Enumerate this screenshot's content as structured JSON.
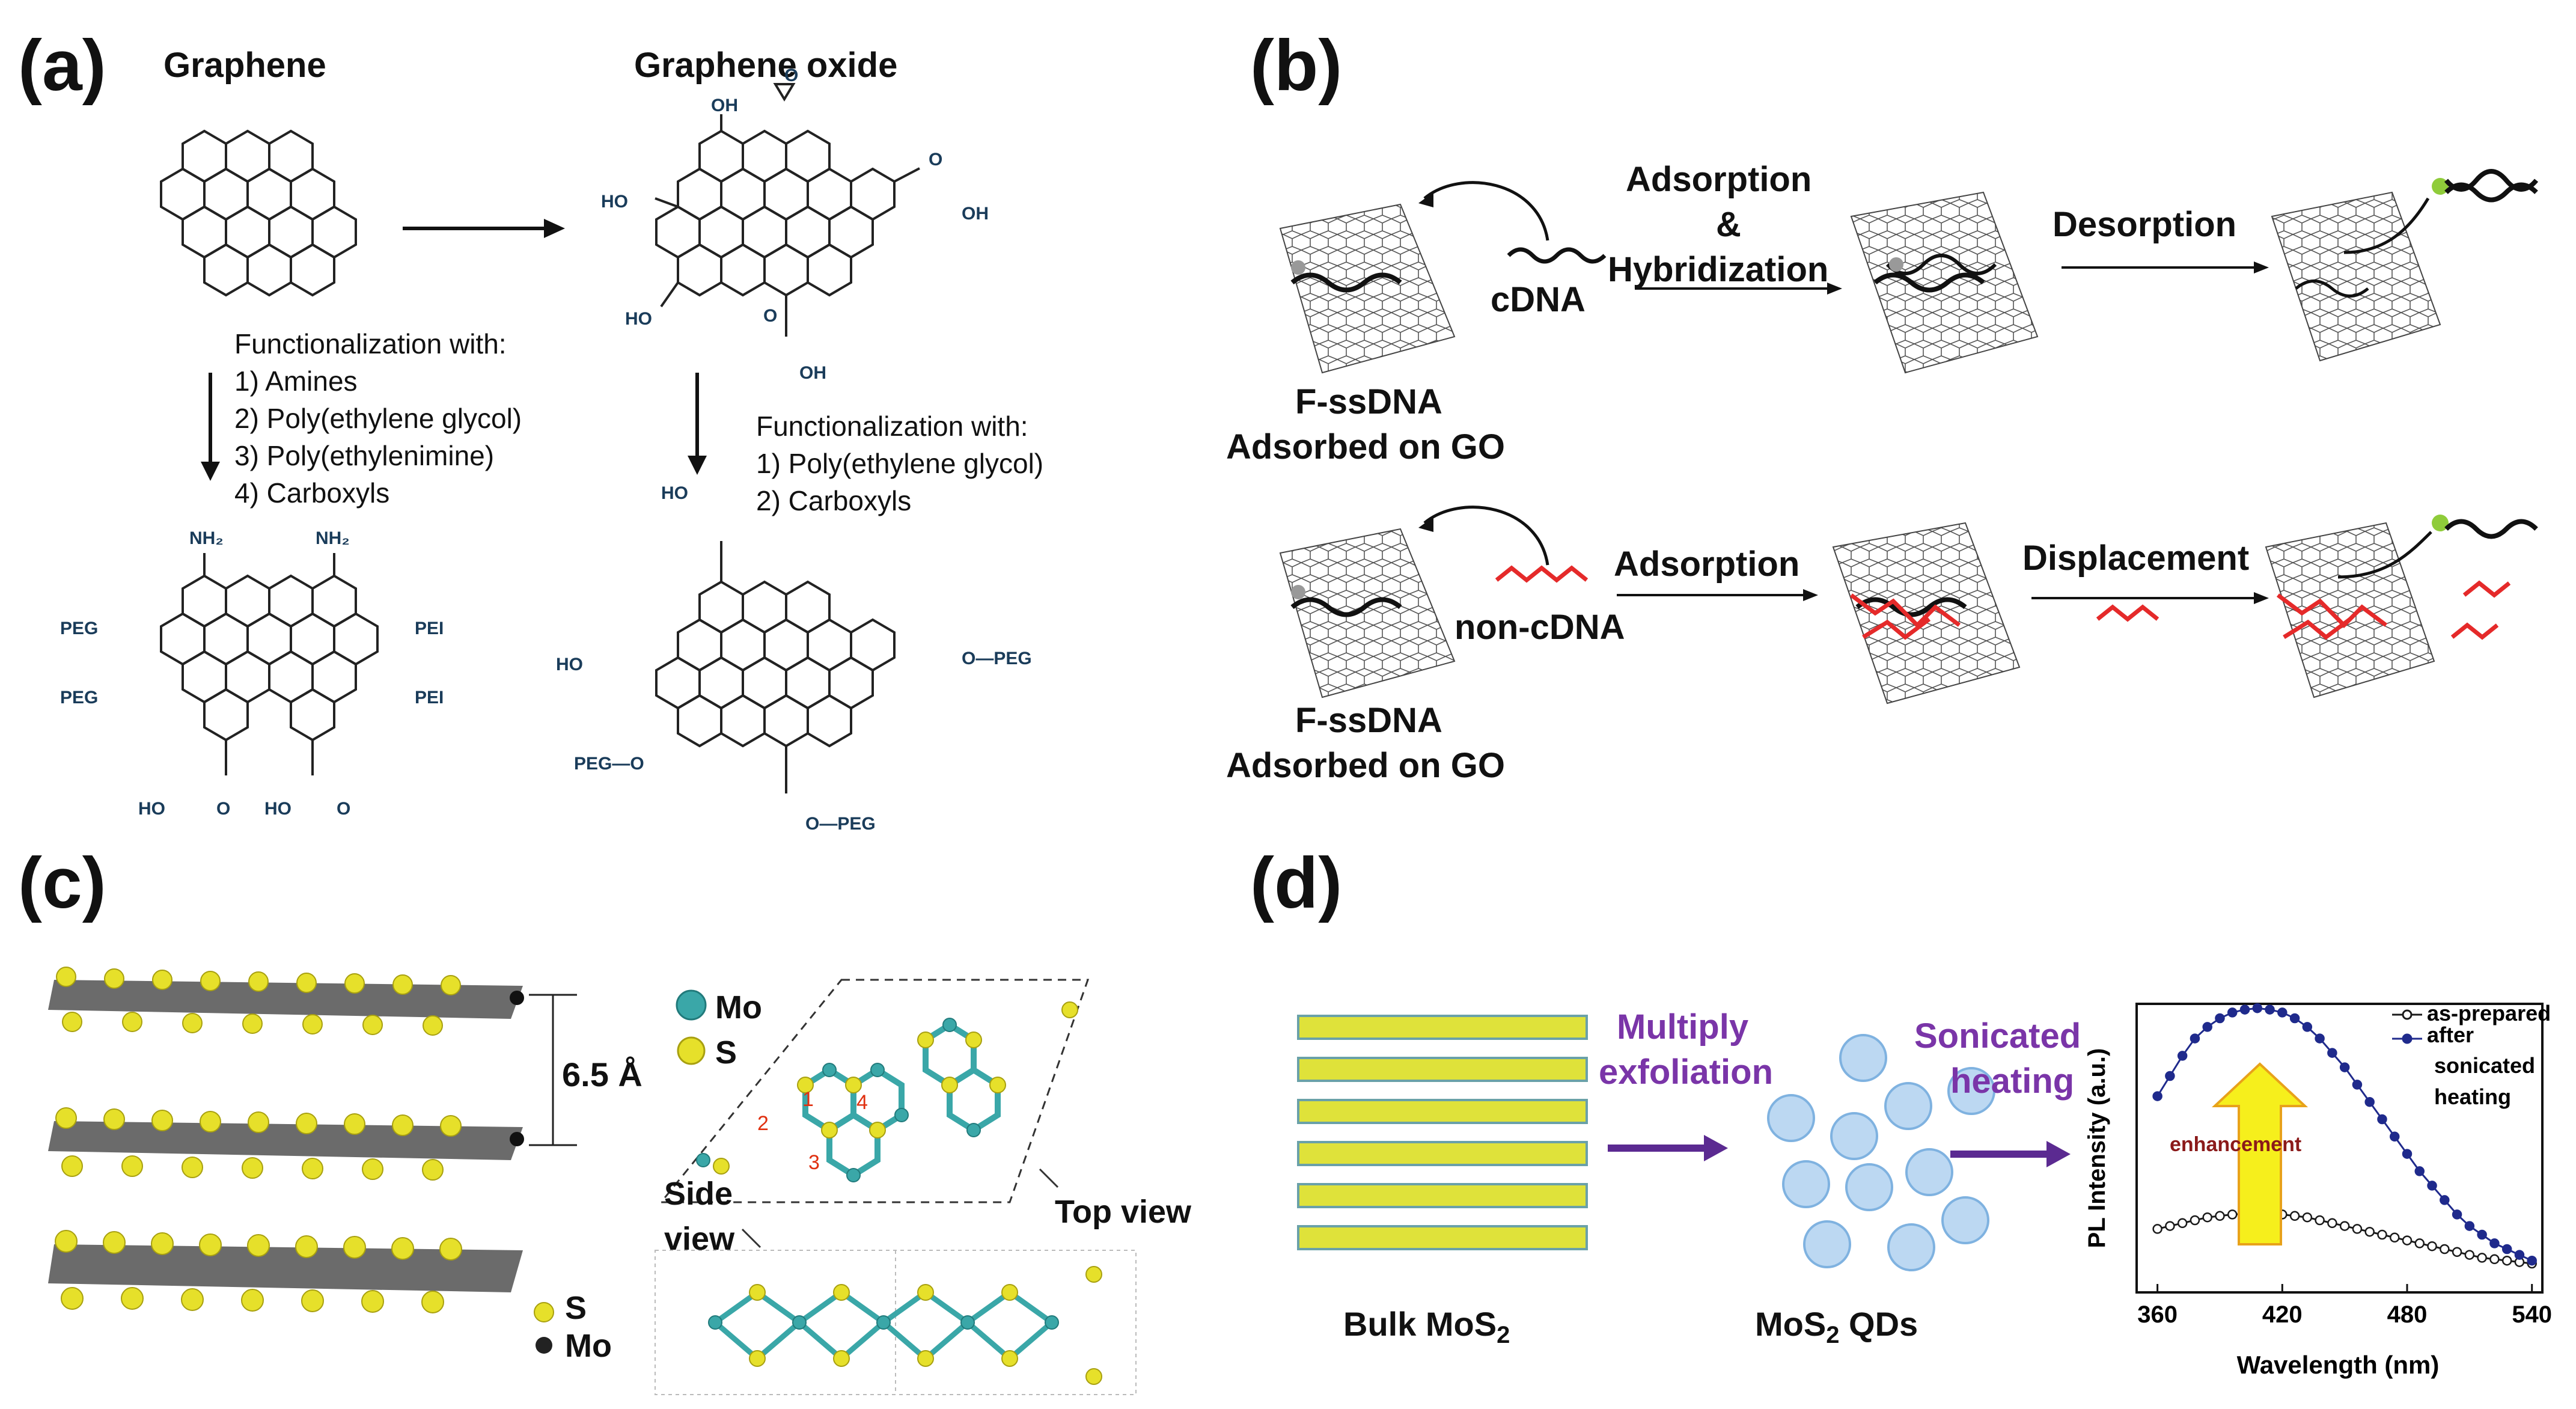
{
  "panels": {
    "a": {
      "letter": "(a)",
      "graphene_title": "Graphene",
      "go_title": "Graphene oxide",
      "func_left_title": "Functionalization with:",
      "func_left_items": [
        "1) Amines",
        "2) Poly(ethylene glycol)",
        "3) Poly(ethylenimine)",
        "4) Carboxyls"
      ],
      "func_right_title": "Functionalization with:",
      "func_right_items": [
        "1) Poly(ethylene glycol)",
        "2) Carboxyls"
      ],
      "chem": {
        "oh": "OH",
        "ho": "HO",
        "nh2": "NH",
        "nh2_sub": "2",
        "peg": "PEG",
        "pei": "PEI",
        "o": "O",
        "cooh_left": "HO",
        "peg_ester": "O—PEG",
        "peg_o": "PEG—O",
        "o_peg": "O—PEG"
      }
    },
    "b": {
      "letter": "(b)",
      "adsorption_hyb_1": "Adsorption",
      "adsorption_hyb_2": "&",
      "adsorption_hyb_3": "Hybridization",
      "desorption": "Desorption",
      "cdna": "cDNA",
      "fssdna_1": "F-ssDNA",
      "fssdna_2": "Adsorbed on GO",
      "adsorption": "Adsorption",
      "displacement": "Displacement",
      "noncdna": "non-cDNA",
      "fssdna_3": "F-ssDNA",
      "fssdna_4": "Adsorbed on GO"
    },
    "c": {
      "letter": "(c)",
      "spacing": "6.5 Å",
      "legend_mo": "Mo",
      "legend_s": "S",
      "side_view_1": "Side",
      "side_view_2": "view",
      "top_view": "Top view",
      "bottom_s": "S",
      "bottom_mo": "Mo",
      "numbers": [
        "1",
        "2",
        "3",
        "4"
      ]
    },
    "d": {
      "letter": "(d)",
      "bulk": "Bulk MoS",
      "bulk_sub": "2",
      "multiply_1": "Multiply",
      "multiply_2": "exfoliation",
      "qds": "MoS",
      "qds_sub": "2",
      "qds_suffix": " QDs",
      "sonicated_1": "Sonicated",
      "sonicated_2": "heating",
      "enhancement": "enhancement"
    }
  },
  "chart_data": {
    "type": "line",
    "xlabel": "Wavelength (nm)",
    "ylabel": "PL Intensity  (a.u.)",
    "xlim": [
      350,
      545
    ],
    "xticks": [
      360,
      420,
      480,
      540
    ],
    "series": [
      {
        "name": "as-prepared",
        "color": "#1a1a1a",
        "x": [
          360,
          366,
          372,
          378,
          384,
          390,
          396,
          402,
          408,
          414,
          420,
          426,
          432,
          438,
          444,
          450,
          456,
          462,
          468,
          474,
          480,
          486,
          492,
          498,
          504,
          510,
          516,
          522,
          528,
          534,
          540
        ],
        "y": [
          0.22,
          0.23,
          0.24,
          0.25,
          0.26,
          0.265,
          0.27,
          0.272,
          0.273,
          0.272,
          0.27,
          0.265,
          0.26,
          0.25,
          0.24,
          0.23,
          0.22,
          0.21,
          0.2,
          0.19,
          0.18,
          0.17,
          0.16,
          0.15,
          0.14,
          0.13,
          0.12,
          0.115,
          0.11,
          0.105,
          0.1
        ]
      },
      {
        "name": "after sonicated heating",
        "color": "#1f2a8c",
        "x": [
          360,
          366,
          372,
          378,
          384,
          390,
          396,
          402,
          408,
          414,
          420,
          426,
          432,
          438,
          444,
          450,
          456,
          462,
          468,
          474,
          480,
          486,
          492,
          498,
          504,
          510,
          516,
          522,
          528,
          534,
          540
        ],
        "y": [
          0.68,
          0.75,
          0.82,
          0.88,
          0.92,
          0.95,
          0.97,
          0.98,
          0.985,
          0.98,
          0.97,
          0.95,
          0.92,
          0.88,
          0.83,
          0.78,
          0.72,
          0.66,
          0.6,
          0.54,
          0.48,
          0.42,
          0.37,
          0.32,
          0.27,
          0.23,
          0.2,
          0.17,
          0.15,
          0.13,
          0.11
        ]
      }
    ],
    "legend": [
      "as-prepared",
      "after",
      "sonicated",
      "heating"
    ]
  },
  "colors": {
    "accent_purple": "#7a35a8",
    "arrow_purple": "#5b2a91",
    "mo": "#3aa7a8",
    "s": "#e8e02a",
    "red_dna": "#e52a2a"
  }
}
